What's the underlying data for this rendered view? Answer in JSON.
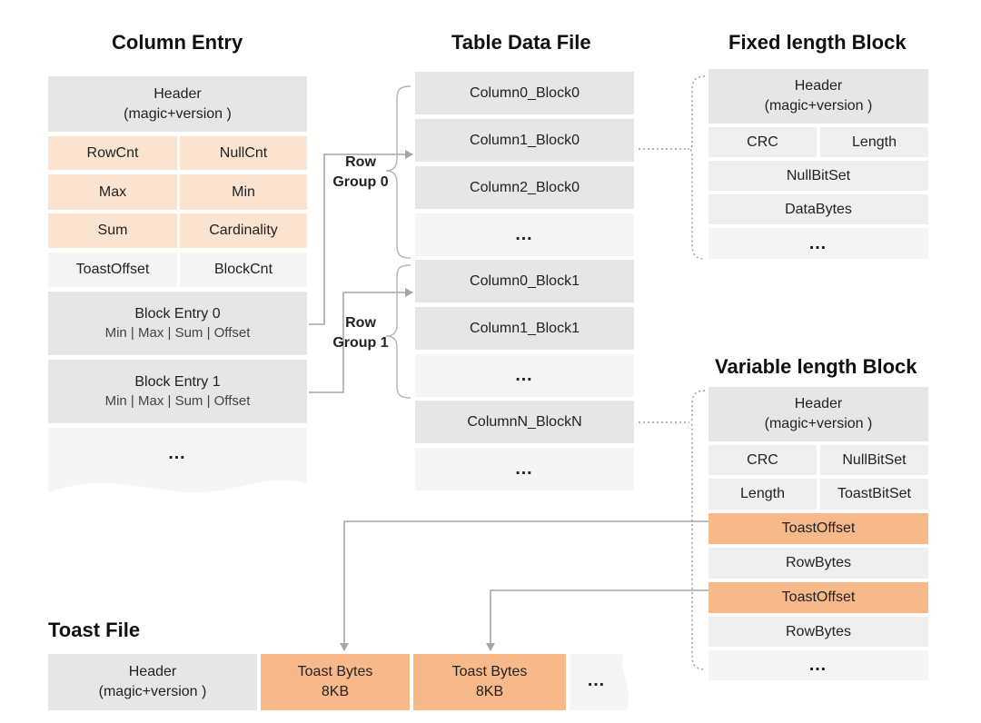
{
  "column_entry": {
    "title": "Column Entry",
    "header": [
      "Header",
      "(magic+version )"
    ],
    "row_cnt": "RowCnt",
    "null_cnt": "NullCnt",
    "max": "Max",
    "min": "Min",
    "sum": "Sum",
    "cardinality": "Cardinality",
    "toast_offset": "ToastOffset",
    "block_cnt": "BlockCnt",
    "block_entry_0": "Block Entry 0",
    "block_entry_0_sub": "Min | Max | Sum | Offset",
    "block_entry_1": "Block Entry 1",
    "block_entry_1_sub": "Min | Max | Sum | Offset",
    "ellipsis": "…"
  },
  "table_data_file": {
    "title": "Table Data File",
    "blocks": [
      "Column0_Block0",
      "Column1_Block0",
      "Column2_Block0",
      "…",
      "Column0_Block1",
      "Column1_Block1",
      "…",
      "ColumnN_BlockN",
      "…"
    ],
    "row_group_0": [
      "Row",
      "Group 0"
    ],
    "row_group_1": [
      "Row",
      "Group 1"
    ]
  },
  "fixed_block": {
    "title": "Fixed length Block",
    "header": [
      "Header",
      "(magic+version )"
    ],
    "crc": "CRC",
    "length": "Length",
    "null_bitset": "NullBitSet",
    "data_bytes": "DataBytes",
    "ellipsis": "…"
  },
  "variable_block": {
    "title": "Variable length Block",
    "header": [
      "Header",
      "(magic+version )"
    ],
    "crc": "CRC",
    "null_bitset": "NullBitSet",
    "length": "Length",
    "toast_bitset": "ToastBitSet",
    "toast_offset_1": "ToastOffset",
    "row_bytes_1": "RowBytes",
    "toast_offset_2": "ToastOffset",
    "row_bytes_2": "RowBytes",
    "ellipsis": "…"
  },
  "toast_file": {
    "title": "Toast File",
    "header": [
      "Header",
      "(magic+version )"
    ],
    "toast_bytes_1": [
      "Toast Bytes",
      "8KB"
    ],
    "toast_bytes_2": [
      "Toast Bytes",
      "8KB"
    ],
    "ellipsis": "…"
  },
  "colors": {
    "light_orange": "#fbe3d2",
    "orange": "#f8b98a",
    "gray": "#e6e6e6",
    "connector": "#a6a6a6"
  }
}
